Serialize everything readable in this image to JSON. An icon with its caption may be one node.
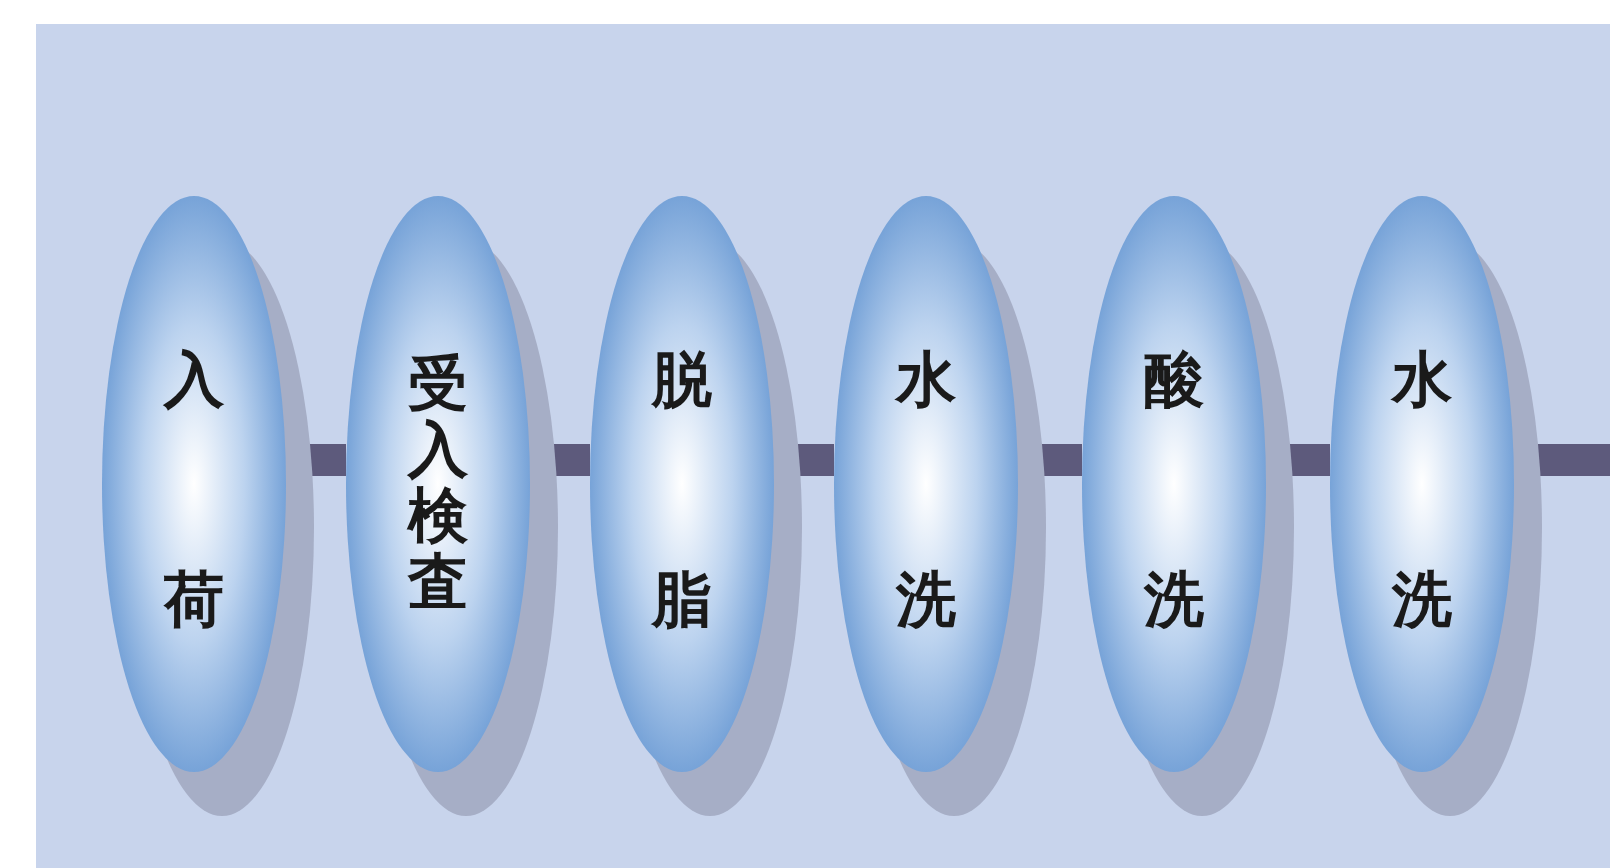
{
  "diagram": {
    "nodes": [
      {
        "text": [
          "入荷"
        ]
      },
      {
        "text": [
          "受入検査"
        ]
      },
      {
        "text": [
          "脱脂"
        ]
      },
      {
        "text": [
          "水洗"
        ]
      },
      {
        "text": [
          "酸洗"
        ]
      },
      {
        "text": [
          "水洗"
        ]
      }
    ],
    "edges": [
      {
        "from": 0,
        "to": 1,
        "arrow": "none"
      },
      {
        "from": 1,
        "to": 2,
        "arrow": "none"
      },
      {
        "from": 2,
        "to": 3,
        "arrow": "none"
      },
      {
        "from": 3,
        "to": 4,
        "arrow": "none"
      },
      {
        "from": 4,
        "to": 5,
        "arrow": "none"
      },
      {
        "from": 5,
        "to": null,
        "arrow": "none"
      }
    ]
  }
}
